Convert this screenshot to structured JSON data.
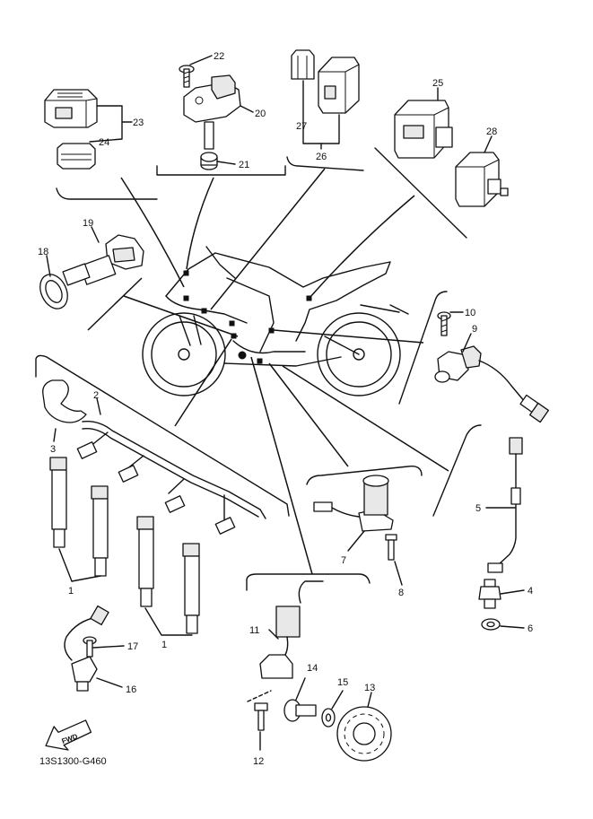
{
  "drawing_code": "13S1300-G460",
  "fwd_label": "FWD",
  "callouts": [
    {
      "id": "1a",
      "text": "1"
    },
    {
      "id": "1b",
      "text": "1"
    },
    {
      "id": "2",
      "text": "2"
    },
    {
      "id": "3",
      "text": "3"
    },
    {
      "id": "4",
      "text": "4"
    },
    {
      "id": "5",
      "text": "5"
    },
    {
      "id": "6",
      "text": "6"
    },
    {
      "id": "7",
      "text": "7"
    },
    {
      "id": "8",
      "text": "8"
    },
    {
      "id": "9",
      "text": "9"
    },
    {
      "id": "10",
      "text": "10"
    },
    {
      "id": "11",
      "text": "11"
    },
    {
      "id": "12",
      "text": "12"
    },
    {
      "id": "13",
      "text": "13"
    },
    {
      "id": "14",
      "text": "14"
    },
    {
      "id": "15",
      "text": "15"
    },
    {
      "id": "16",
      "text": "16"
    },
    {
      "id": "17",
      "text": "17"
    },
    {
      "id": "18",
      "text": "18"
    },
    {
      "id": "19",
      "text": "19"
    },
    {
      "id": "20",
      "text": "20"
    },
    {
      "id": "21",
      "text": "21"
    },
    {
      "id": "22",
      "text": "22"
    },
    {
      "id": "23",
      "text": "23"
    },
    {
      "id": "24",
      "text": "24"
    },
    {
      "id": "25",
      "text": "25"
    },
    {
      "id": "26",
      "text": "26"
    },
    {
      "id": "27",
      "text": "27"
    },
    {
      "id": "28",
      "text": "28"
    }
  ]
}
